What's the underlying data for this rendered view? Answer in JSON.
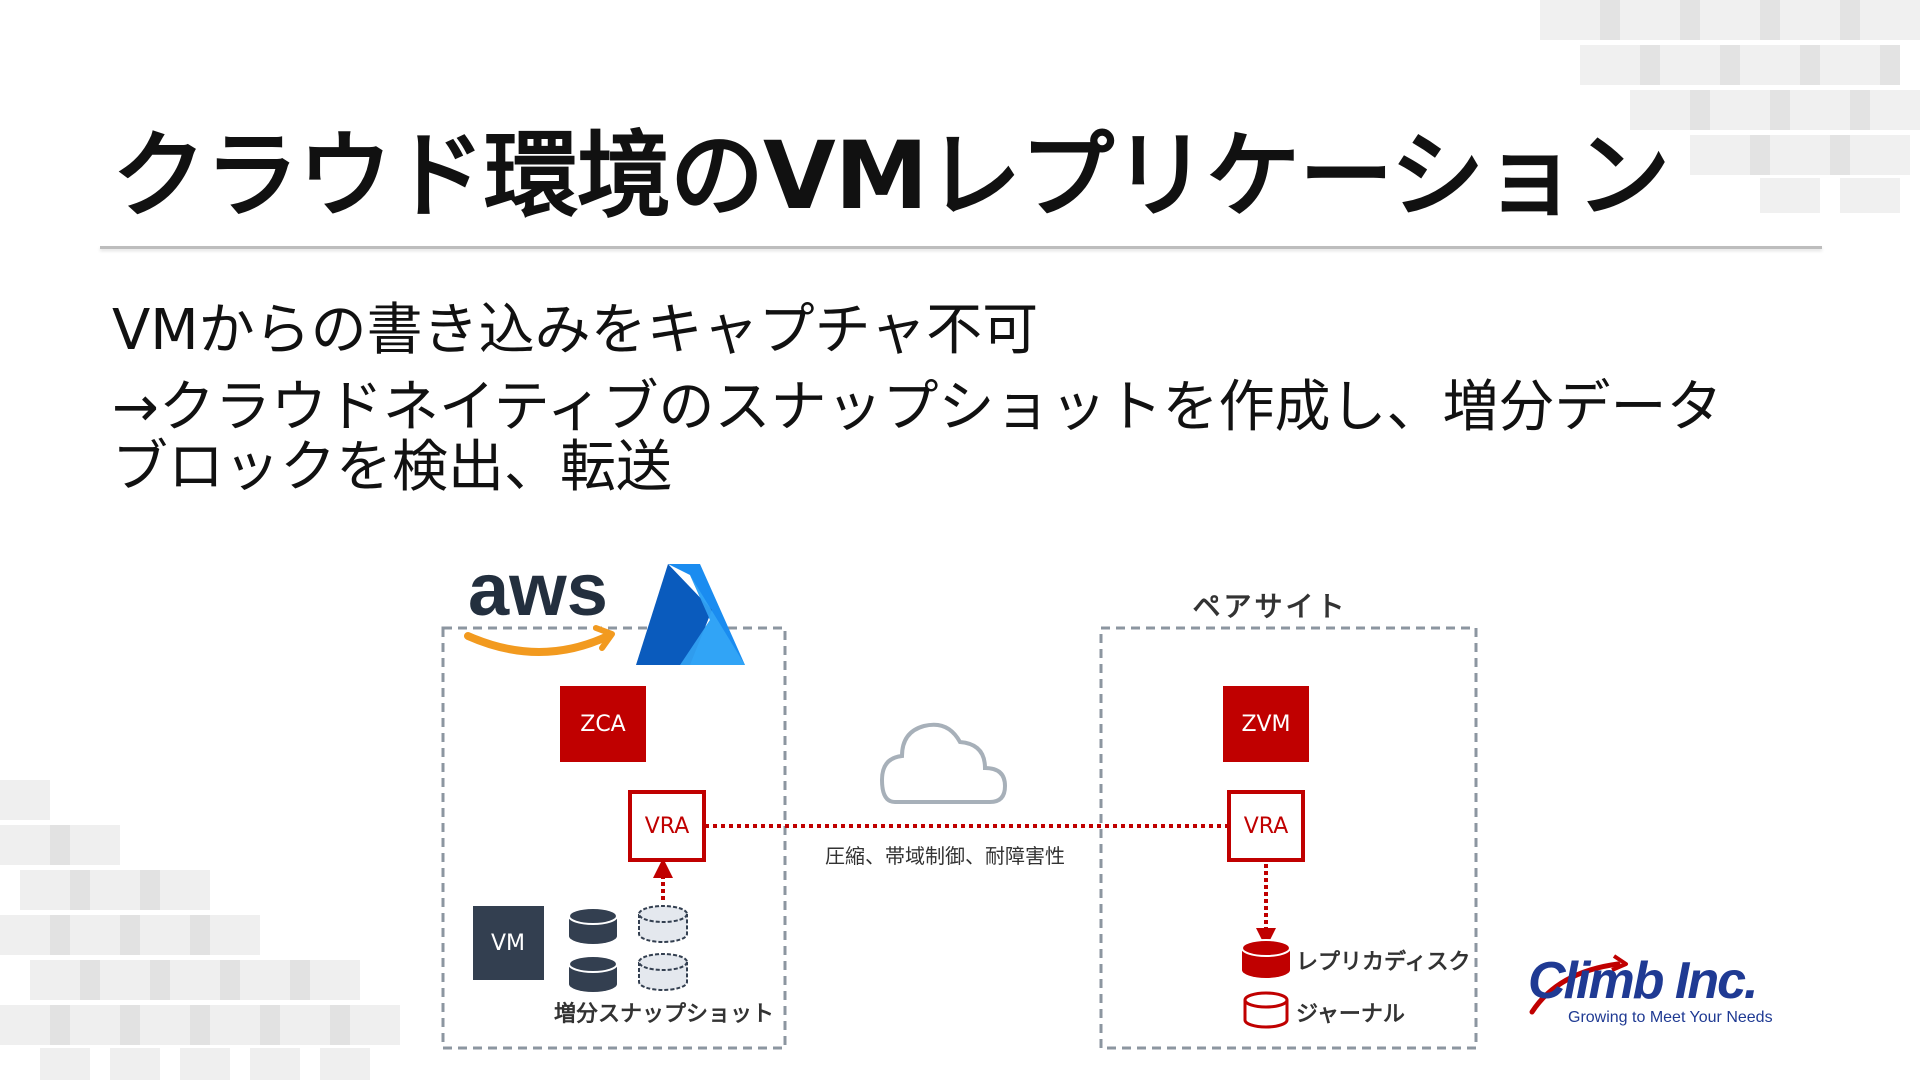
{
  "slide": {
    "title": "クラウド環境のVMレプリケーション",
    "body_lines": [
      "VMからの書き込みをキャプチャ不可",
      "→クラウドネイティブのスナップショットを作成し、増分データ",
      "ブロックを検出、転送"
    ]
  },
  "diagram": {
    "aws_label": "aws",
    "pair_site_label": "ペアサイト",
    "zca_label": "ZCA",
    "vra_left_label": "VRA",
    "vm_label": "VM",
    "snapshot_label": "増分スナップショット",
    "link_label": "圧縮、帯域制御、耐障害性",
    "zvm_label": "ZVM",
    "vra_right_label": "VRA",
    "replica_label": "レプリカディスク",
    "journal_label": "ジャーナル"
  },
  "logo": {
    "name": "Climb Inc.",
    "tagline": "Growing to Meet Your Needs"
  },
  "colors": {
    "accent_red": "#c00000",
    "dark_navy": "#333f50",
    "dashed_gray": "#8c96a0",
    "logo_blue": "#1f3a93",
    "azure_blue": "#0a6fd6",
    "aws_orange": "#f29a1f"
  }
}
